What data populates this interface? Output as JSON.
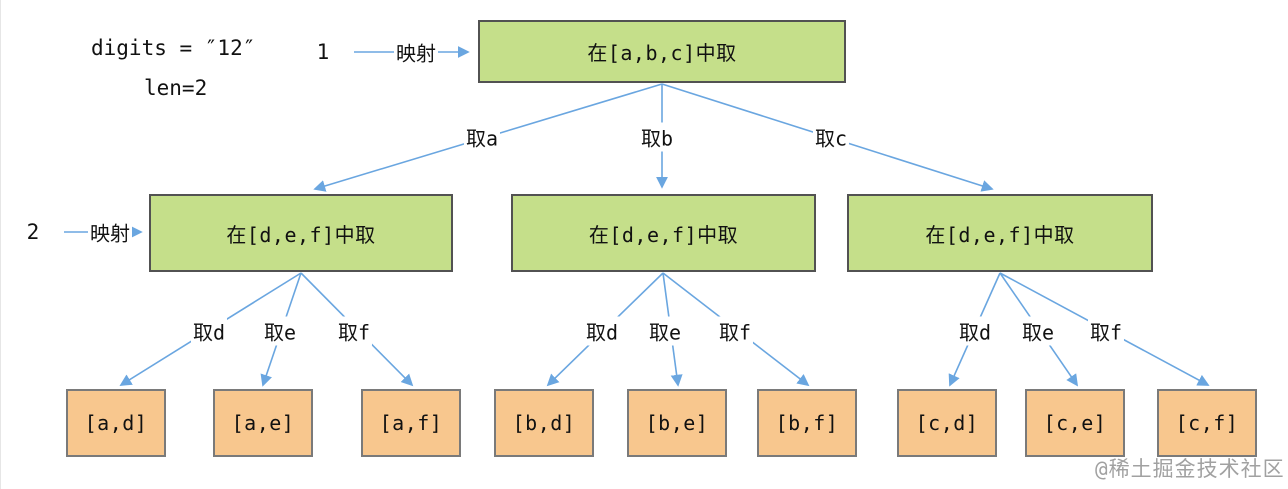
{
  "header": {
    "digits_text": "digits = ″12″",
    "len_text": "len=2"
  },
  "map_arrows": [
    {
      "digit": "1",
      "label": "映射"
    },
    {
      "digit": "2",
      "label": "映射"
    }
  ],
  "nodes": {
    "root": {
      "label": "在[a,b,c]中取"
    },
    "level2": [
      {
        "label": "在[d,e,f]中取"
      },
      {
        "label": "在[d,e,f]中取"
      },
      {
        "label": "在[d,e,f]中取"
      }
    ],
    "leaves": [
      {
        "label": "[a,d]"
      },
      {
        "label": "[a,e]"
      },
      {
        "label": "[a,f]"
      },
      {
        "label": "[b,d]"
      },
      {
        "label": "[b,e]"
      },
      {
        "label": "[b,f]"
      },
      {
        "label": "[c,d]"
      },
      {
        "label": "[c,e]"
      },
      {
        "label": "[c,f]"
      }
    ]
  },
  "edges": {
    "level1": [
      {
        "label": "取a"
      },
      {
        "label": "取b"
      },
      {
        "label": "取c"
      }
    ],
    "level2": [
      {
        "label": "取d"
      },
      {
        "label": "取e"
      },
      {
        "label": "取f"
      },
      {
        "label": "取d"
      },
      {
        "label": "取e"
      },
      {
        "label": "取f"
      },
      {
        "label": "取d"
      },
      {
        "label": "取e"
      },
      {
        "label": "取f"
      }
    ]
  },
  "watermark": "@稀土掘金技术社区",
  "colors": {
    "node_green": "#c5df8a",
    "node_orange": "#f8c78e",
    "arrow_blue": "#6aa6e0"
  }
}
